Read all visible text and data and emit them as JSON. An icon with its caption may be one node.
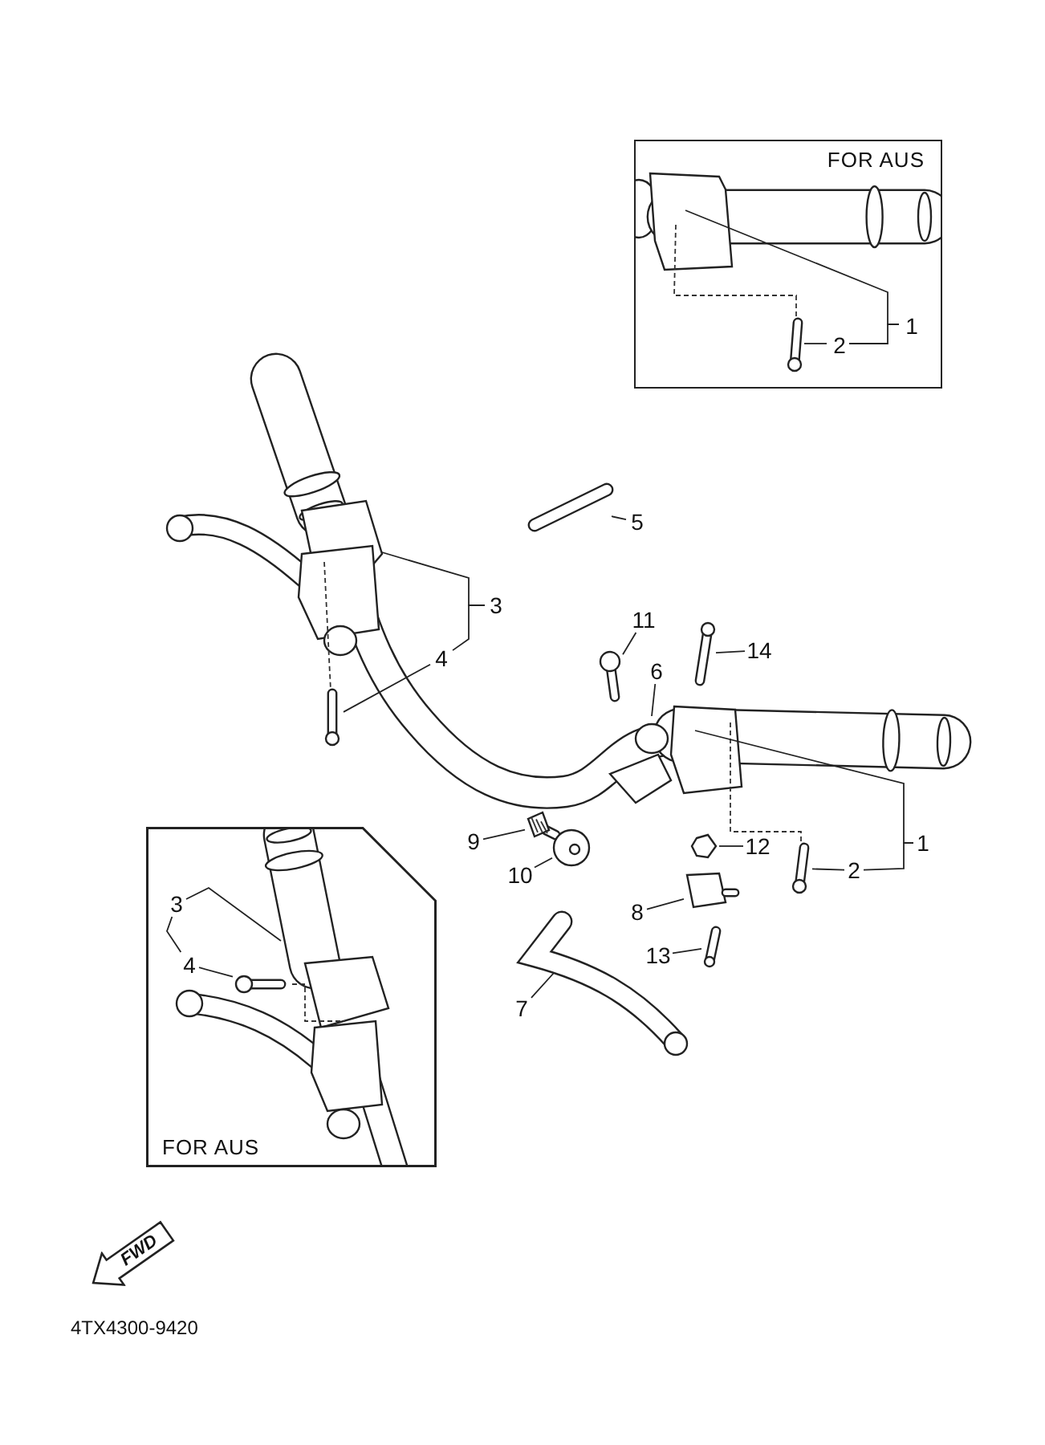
{
  "diagram": {
    "nodes": [
      {
        "text": [
          "FOR AUS"
        ]
      },
      {
        "text": [
          "1"
        ],
        "in": 0
      },
      {
        "text": [
          "2"
        ],
        "in": 0
      },
      {
        "text": [
          "5"
        ]
      },
      {
        "text": [
          "3"
        ]
      },
      {
        "text": [
          "4"
        ]
      },
      {
        "text": [
          "11"
        ]
      },
      {
        "text": [
          "14"
        ]
      },
      {
        "text": [
          "6"
        ]
      },
      {
        "text": [
          "1"
        ]
      },
      {
        "text": [
          "9"
        ]
      },
      {
        "text": [
          "12"
        ]
      },
      {
        "text": [
          "10"
        ]
      },
      {
        "text": [
          "2"
        ]
      },
      {
        "text": [
          "8"
        ]
      },
      {
        "text": [
          "13"
        ]
      },
      {
        "text": [
          "7"
        ]
      },
      {
        "text": [
          "FOR AUS"
        ]
      },
      {
        "text": [
          "3"
        ],
        "in": 17
      },
      {
        "text": [
          "4"
        ],
        "in": 17
      },
      {
        "text": [
          "FWD"
        ]
      },
      {
        "text": [],
        "shape": "picture"
      },
      {
        "text": [],
        "shape": "picture",
        "in": 0
      },
      {
        "text": [],
        "shape": "picture"
      },
      {
        "text": [],
        "shape": "picture"
      },
      {
        "text": [],
        "shape": "picture"
      },
      {
        "text": [],
        "shape": "picture"
      },
      {
        "text": [],
        "shape": "picture"
      },
      {
        "text": [],
        "shape": "picture"
      },
      {
        "text": [],
        "shape": "picture"
      },
      {
        "text": [],
        "shape": "picture"
      },
      {
        "text": [],
        "shape": "picture"
      },
      {
        "text": [],
        "shape": "picture",
        "in": 17
      }
    ],
    "edges": [
      {
        "from": 1,
        "to": null,
        "arrow": "none"
      },
      {
        "from": 1,
        "to": 2,
        "arrow": "none"
      },
      {
        "from": 2,
        "to": 22,
        "arrow": "none"
      },
      {
        "from": 3,
        "to": 21,
        "arrow": "none"
      },
      {
        "from": 4,
        "to": null,
        "arrow": "none"
      },
      {
        "from": 4,
        "to": 5,
        "arrow": "none"
      },
      {
        "from": 5,
        "to": 23,
        "arrow": "none"
      },
      {
        "from": 6,
        "to": 24,
        "arrow": "none"
      },
      {
        "from": 7,
        "to": 25,
        "arrow": "none"
      },
      {
        "from": 8,
        "to": null,
        "arrow": "none"
      },
      {
        "from": 9,
        "to": null,
        "arrow": "none"
      },
      {
        "from": 9,
        "to": 13,
        "arrow": "none"
      },
      {
        "from": 13,
        "to": 29,
        "arrow": "none"
      },
      {
        "from": 10,
        "to": 26,
        "arrow": "none"
      },
      {
        "from": 11,
        "to": 28,
        "arrow": "none"
      },
      {
        "from": 12,
        "to": 27,
        "arrow": "none"
      },
      {
        "from": 14,
        "to": 30,
        "arrow": "none"
      },
      {
        "from": 15,
        "to": 31,
        "arrow": "none"
      },
      {
        "from": 16,
        "to": null,
        "arrow": "none"
      },
      {
        "from": 18,
        "to": null,
        "arrow": "none"
      },
      {
        "from": 18,
        "to": 19,
        "arrow": "none"
      },
      {
        "from": 19,
        "to": 32,
        "arrow": "none"
      }
    ],
    "labels": [
      "4TX4300-9420"
    ]
  }
}
